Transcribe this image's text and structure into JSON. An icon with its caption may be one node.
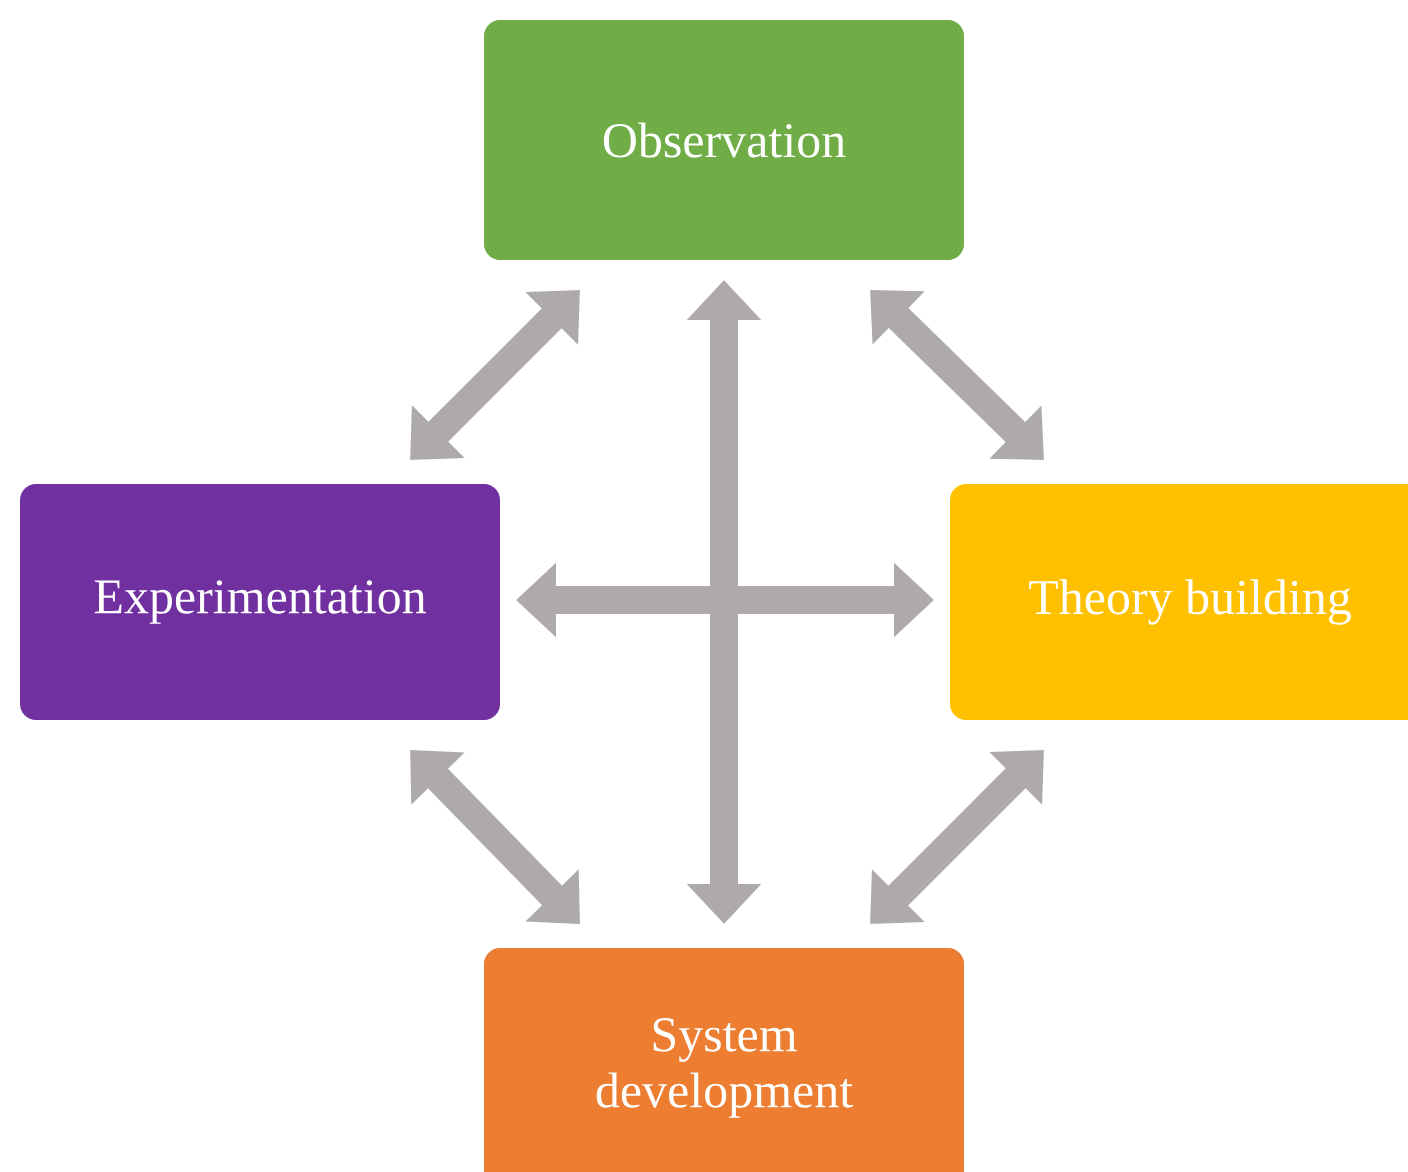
{
  "diagram": {
    "nodes": [
      {
        "text": [
          "Observation"
        ]
      },
      {
        "text": [
          "Experimentation"
        ]
      },
      {
        "text": [
          "Theory building"
        ]
      },
      {
        "text": [
          "System development"
        ]
      }
    ],
    "edges": [
      {
        "from": 0,
        "to": 1,
        "arrow": "both"
      },
      {
        "from": 0,
        "to": 2,
        "arrow": "both"
      },
      {
        "from": 0,
        "to": 3,
        "arrow": "both"
      },
      {
        "from": 1,
        "to": 2,
        "arrow": "both"
      },
      {
        "from": 1,
        "to": 3,
        "arrow": "both"
      },
      {
        "from": 2,
        "to": 3,
        "arrow": "both"
      }
    ]
  }
}
